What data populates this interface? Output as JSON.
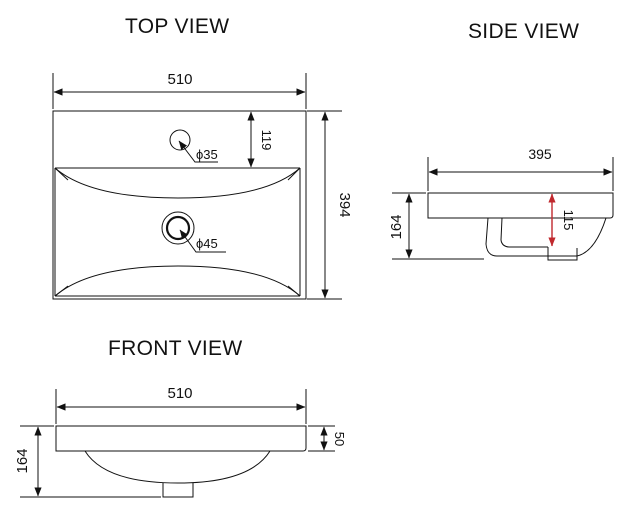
{
  "views": {
    "top": {
      "title": "TOP VIEW",
      "width_label": "510",
      "depth_label": "394",
      "tap_offset_label": "119",
      "tap_hole_label": "ϕ35",
      "drain_label": "ϕ45"
    },
    "side": {
      "title": "SIDE VIEW",
      "depth_label": "395",
      "height_label": "164",
      "bowl_depth_label": "115"
    },
    "front": {
      "title": "FRONT VIEW",
      "width_label": "510",
      "height_label": "164",
      "rim_label": "50"
    }
  },
  "colors": {
    "line": "#111111",
    "highlight_arrow": "#c0282d"
  }
}
